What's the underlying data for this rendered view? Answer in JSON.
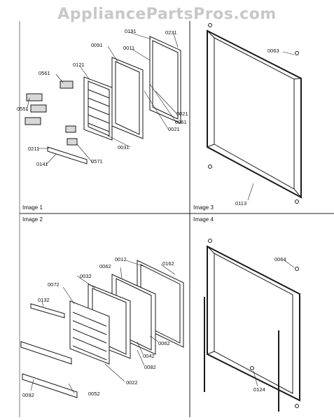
{
  "watermark": "AppliancePartsPros.com",
  "panels": [
    {
      "label": "Image 1"
    },
    {
      "label": "Image 2"
    },
    {
      "label": "Image 3"
    },
    {
      "label": "Image 4"
    }
  ],
  "parts": {
    "p0191": "0191",
    "p0231": "0231",
    "p0091": "0091",
    "p0011": "0011",
    "p0561": "0561",
    "p0121": "0121",
    "p0551": "0551",
    "p0021a": "0021",
    "p0061": "0061",
    "p0021b": "0021",
    "p0031": "0031",
    "p0211": "0211",
    "p0141": "0141",
    "p0571": "0571",
    "p0063": "0063",
    "p0113": "0113",
    "p0012": "0012",
    "p0062a": "0062",
    "p0162": "0162",
    "p0032": "0032",
    "p0072": "0072",
    "p0132": "0132",
    "p0062b": "0062",
    "p0042": "0042",
    "p0082": "0082",
    "p0022": "0022",
    "p0092": "0092",
    "p0052": "0052",
    "p0064": "0064",
    "p0124": "0124"
  }
}
